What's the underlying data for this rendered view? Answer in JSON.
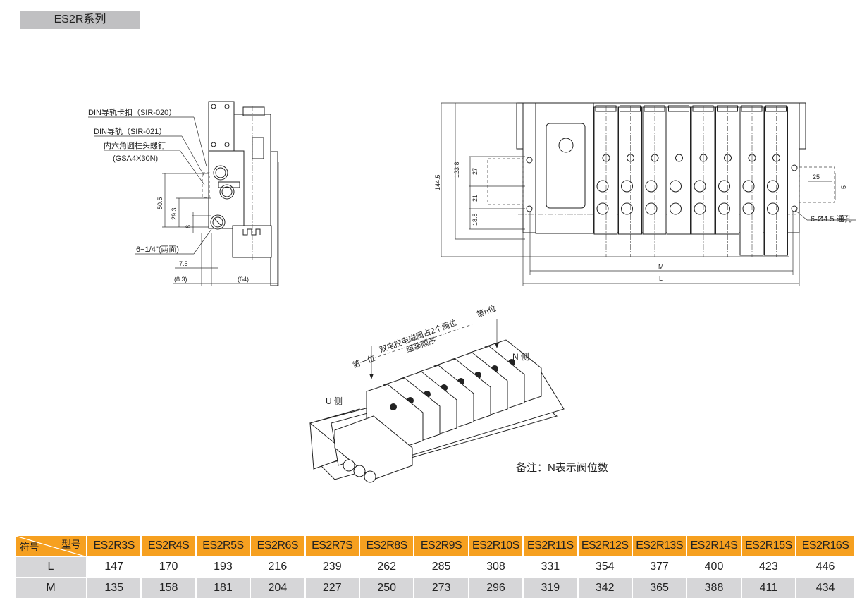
{
  "title": "ES2R系列",
  "side_view": {
    "callouts": [
      "DIN导轨卡扣（SIR-020）",
      "DIN导轨（SIR-021）",
      "内六角圆柱头螺钉",
      "(GSA4X30N)",
      "6−1/4\"(两面)"
    ],
    "dims": {
      "h1": "50.5",
      "h2": "29.3",
      "h3": "8",
      "w1": "7.5",
      "w2": "(8.3)",
      "w3": "(64)"
    }
  },
  "front_view": {
    "dims": {
      "total_height": "144.5",
      "height2": "123.8",
      "d27": "27",
      "d21": "21",
      "d18": "18.8",
      "m": "M",
      "l": "L",
      "d25": "25",
      "d5": "5"
    },
    "hole_note": "6-Ø4.5 通孔",
    "valve_count": 8
  },
  "iso_view": {
    "first": "第一位",
    "order_line1": "双电控电磁阀占2个阀位",
    "order_line2": "组装顺序",
    "nth": "第n位",
    "u_side": "U 侧",
    "n_side": "N 侧",
    "remark": "备注：N表示阀位数"
  },
  "table": {
    "corner_top": "型号",
    "corner_bottom": "符号",
    "models": [
      "ES2R3S",
      "ES2R4S",
      "ES2R5S",
      "ES2R6S",
      "ES2R7S",
      "ES2R8S",
      "ES2R9S",
      "ES2R10S",
      "ES2R11S",
      "ES2R12S",
      "ES2R13S",
      "ES2R14S",
      "ES2R15S",
      "ES2R16S"
    ],
    "rows": [
      {
        "symbol": "L",
        "values": [
          "147",
          "170",
          "193",
          "216",
          "239",
          "262",
          "285",
          "308",
          "331",
          "354",
          "377",
          "400",
          "423",
          "446"
        ]
      },
      {
        "symbol": "M",
        "values": [
          "135",
          "158",
          "181",
          "204",
          "227",
          "250",
          "273",
          "296",
          "319",
          "342",
          "365",
          "388",
          "411",
          "434"
        ]
      }
    ]
  },
  "colors": {
    "header": "#f6a020",
    "row_gray": "#d6d6d8",
    "title_bg": "#c0c0c2"
  }
}
